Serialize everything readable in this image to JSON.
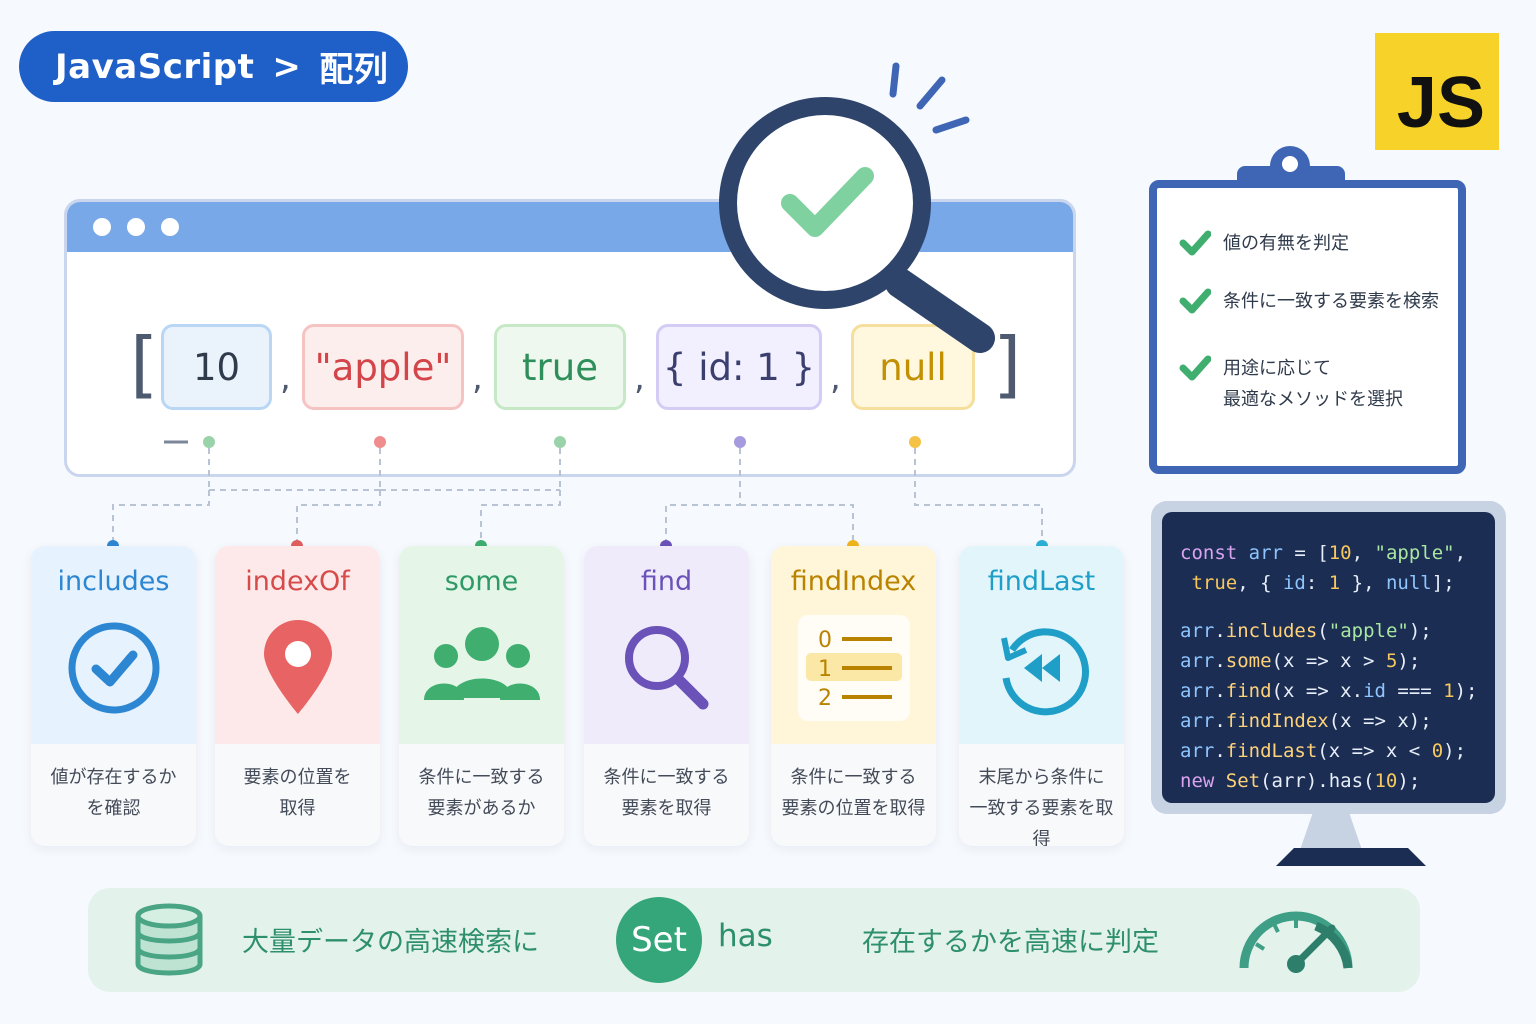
{
  "breadcrumb": {
    "language": "JavaScript",
    "separator": ">",
    "topic": "配列"
  },
  "logo": {
    "text": "JS"
  },
  "array": {
    "open": "[",
    "close": "]",
    "separator": ",",
    "values": [
      {
        "text": "10",
        "color": "#2f3a4b",
        "bg": "#eaf3fc",
        "border": "#b9d7f4"
      },
      {
        "text": "\"apple\"",
        "color": "#d4454a",
        "bg": "#fdeeee",
        "border": "#f6c3c3"
      },
      {
        "text": "true",
        "color": "#2e8f5a",
        "bg": "#eef8ee",
        "border": "#c6e8c6"
      },
      {
        "text": "{ id: 1 }",
        "color": "#3a3f6e",
        "bg": "#f2efff",
        "border": "#d4ccf4"
      },
      {
        "text": "null",
        "color": "#c29000",
        "bg": "#fff8df",
        "border": "#f6df9c"
      }
    ]
  },
  "methods": [
    {
      "name": "includes",
      "color": "#2d86d2",
      "bg": "#e6f2fd",
      "icon": "check-circle-icon",
      "desc": [
        "値が存在するか",
        "を確認"
      ]
    },
    {
      "name": "indexOf",
      "color": "#d64a4a",
      "bg": "#fde9e9",
      "icon": "map-pin-icon",
      "desc": [
        "要素の位置を",
        "取得"
      ]
    },
    {
      "name": "some",
      "color": "#2e9a66",
      "bg": "#e5f5e8",
      "icon": "people-icon",
      "desc": [
        "条件に一致する",
        "要素があるか"
      ]
    },
    {
      "name": "find",
      "color": "#6a52b8",
      "bg": "#efebfb",
      "icon": "magnifier-icon",
      "desc": [
        "条件に一致する",
        "要素を取得"
      ]
    },
    {
      "name": "findIndex",
      "color": "#b98300",
      "bg": "#fff5d8",
      "icon": "numbered-list-icon",
      "desc": [
        "条件に一致する",
        "要素の位置を取得"
      ]
    },
    {
      "name": "findLast",
      "color": "#1f9fc8",
      "bg": "#e2f5fb",
      "icon": "rewind-icon",
      "desc": [
        "末尾から条件に",
        "一致する要素を取得"
      ]
    }
  ],
  "findIndex_list": [
    "0",
    "1",
    "2"
  ],
  "checklist": [
    [
      "値の有無を判定"
    ],
    [
      "条件に一致する要素を検索"
    ],
    [
      "用途に応じて",
      "最適なメソッドを選択"
    ]
  ],
  "code": {
    "lines": [
      [
        {
          "t": "const ",
          "c": "kw"
        },
        {
          "t": "arr",
          "c": "id"
        },
        {
          "t": " = [",
          "c": ""
        },
        {
          "t": "10",
          "c": "num"
        },
        {
          "t": ", ",
          "c": ""
        },
        {
          "t": "\"apple\"",
          "c": "str"
        },
        {
          "t": ",",
          "c": ""
        }
      ],
      [
        {
          "t": " ",
          "c": ""
        },
        {
          "t": "true",
          "c": "num"
        },
        {
          "t": ", { ",
          "c": ""
        },
        {
          "t": "id",
          "c": "id"
        },
        {
          "t": ": ",
          "c": ""
        },
        {
          "t": "1",
          "c": "num"
        },
        {
          "t": " }, ",
          "c": ""
        },
        {
          "t": "null",
          "c": "id"
        },
        {
          "t": "];",
          "c": ""
        }
      ],
      [],
      [
        {
          "t": "arr",
          "c": "id"
        },
        {
          "t": ".",
          "c": ""
        },
        {
          "t": "includes",
          "c": "fn"
        },
        {
          "t": "(",
          "c": ""
        },
        {
          "t": "\"apple\"",
          "c": "str"
        },
        {
          "t": ");",
          "c": ""
        }
      ],
      [
        {
          "t": "arr",
          "c": "id"
        },
        {
          "t": ".",
          "c": ""
        },
        {
          "t": "some",
          "c": "fn"
        },
        {
          "t": "(x => x > ",
          "c": ""
        },
        {
          "t": "5",
          "c": "num"
        },
        {
          "t": ");",
          "c": ""
        }
      ],
      [
        {
          "t": "arr",
          "c": "id"
        },
        {
          "t": ".",
          "c": ""
        },
        {
          "t": "find",
          "c": "fn"
        },
        {
          "t": "(x => x.",
          "c": ""
        },
        {
          "t": "id",
          "c": "id"
        },
        {
          "t": " === ",
          "c": ""
        },
        {
          "t": "1",
          "c": "num"
        },
        {
          "t": ");",
          "c": ""
        }
      ],
      [
        {
          "t": "arr",
          "c": "id"
        },
        {
          "t": ".",
          "c": ""
        },
        {
          "t": "findIndex",
          "c": "fn"
        },
        {
          "t": "(x => x);",
          "c": ""
        }
      ],
      [
        {
          "t": "arr",
          "c": "id"
        },
        {
          "t": ".",
          "c": ""
        },
        {
          "t": "findLast",
          "c": "fn"
        },
        {
          "t": "(x => x < ",
          "c": ""
        },
        {
          "t": "0",
          "c": "num"
        },
        {
          "t": ");",
          "c": ""
        }
      ],
      [
        {
          "t": "new ",
          "c": "kw"
        },
        {
          "t": "Set",
          "c": "fn"
        },
        {
          "t": "(arr).has(",
          "c": ""
        },
        {
          "t": "10",
          "c": "num"
        },
        {
          "t": ");",
          "c": ""
        }
      ]
    ]
  },
  "bottom": {
    "left_text": "大量データの高速検索に",
    "set_label": "Set",
    "has_label": "has",
    "right_text": "存在するかを高速に判定"
  }
}
